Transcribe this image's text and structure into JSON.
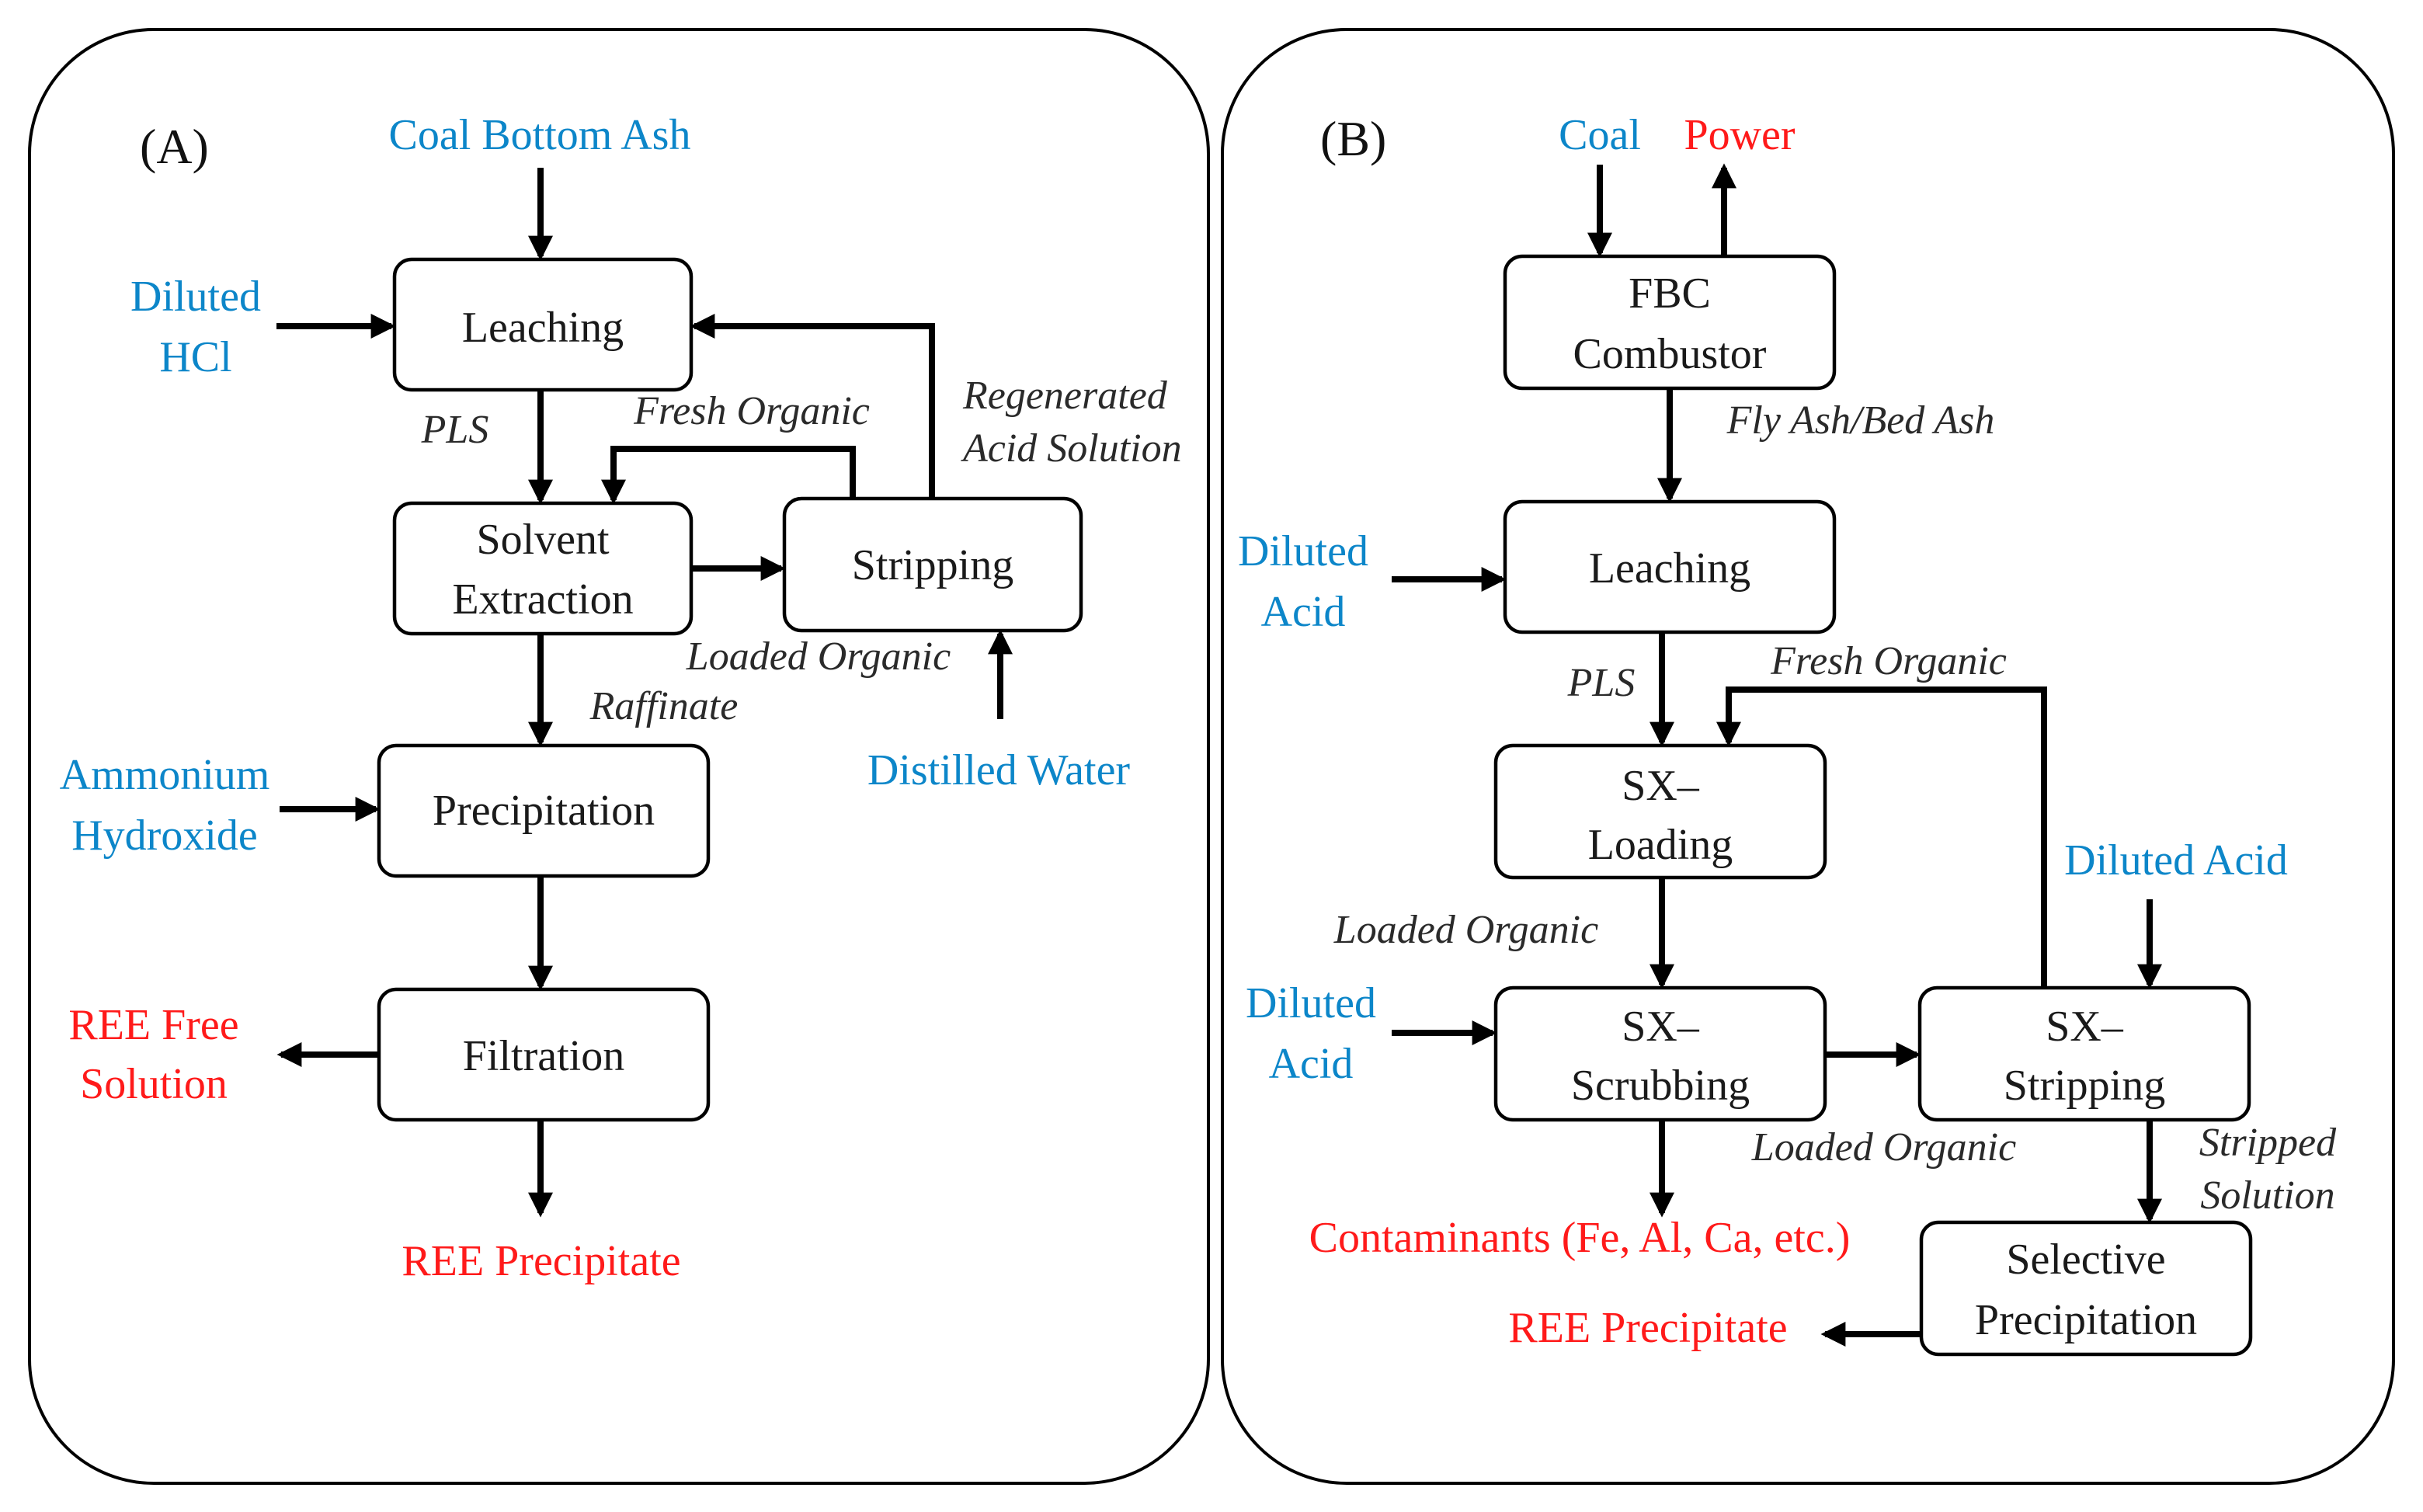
{
  "colors": {
    "input_text": "#0c86c9",
    "output_text": "#ff1a1a",
    "box_text": "#1a1a1a",
    "stream_text": "#2a2a2a",
    "lines": "#000000"
  },
  "panel_a": {
    "label": "(A)",
    "boxes": {
      "leaching": "Leaching",
      "solvent_extraction": [
        "Solvent",
        "Extraction"
      ],
      "stripping": "Stripping",
      "precipitation": "Precipitation",
      "filtration": "Filtration"
    },
    "inputs": {
      "coal_bottom_ash": "Coal Bottom Ash",
      "diluted_hcl": [
        "Diluted",
        "HCl"
      ],
      "ammonium_hydroxide": [
        "Ammonium",
        "Hydroxide"
      ],
      "distilled_water": "Distilled Water"
    },
    "outputs": {
      "ree_free_solution": [
        "REE Free",
        "Solution"
      ],
      "ree_precipitate": "REE Precipitate"
    },
    "streams": {
      "pls": "PLS",
      "fresh_organic": "Fresh Organic",
      "regenerated_acid_solution": [
        "Regenerated",
        "Acid Solution"
      ],
      "loaded_organic": "Loaded Organic",
      "raffinate": "Raffinate"
    }
  },
  "panel_b": {
    "label": "(B)",
    "boxes": {
      "fbc_combustor": [
        "FBC",
        "Combustor"
      ],
      "leaching": "Leaching",
      "sx_loading": [
        "SX–",
        "Loading"
      ],
      "sx_scrubbing": [
        "SX–",
        "Scrubbing"
      ],
      "sx_stripping": [
        "SX–",
        "Stripping"
      ],
      "selective_precipitation": [
        "Selective",
        "Precipitation"
      ]
    },
    "inputs": {
      "coal": "Coal",
      "diluted_acid_leach": [
        "Diluted",
        "Acid"
      ],
      "diluted_acid_scrub": [
        "Diluted",
        "Acid"
      ],
      "diluted_acid_strip": "Diluted Acid"
    },
    "outputs": {
      "power": "Power",
      "contaminants": "Contaminants (Fe, Al, Ca, etc.)",
      "ree_precipitate": "REE Precipitate"
    },
    "streams": {
      "fly_ash_bed_ash": "Fly Ash/Bed Ash",
      "pls": "PLS",
      "fresh_organic": "Fresh Organic",
      "loaded_organic_1": "Loaded Organic",
      "loaded_organic_2": "Loaded Organic",
      "stripped_solution": [
        "Stripped",
        "Solution"
      ]
    }
  }
}
